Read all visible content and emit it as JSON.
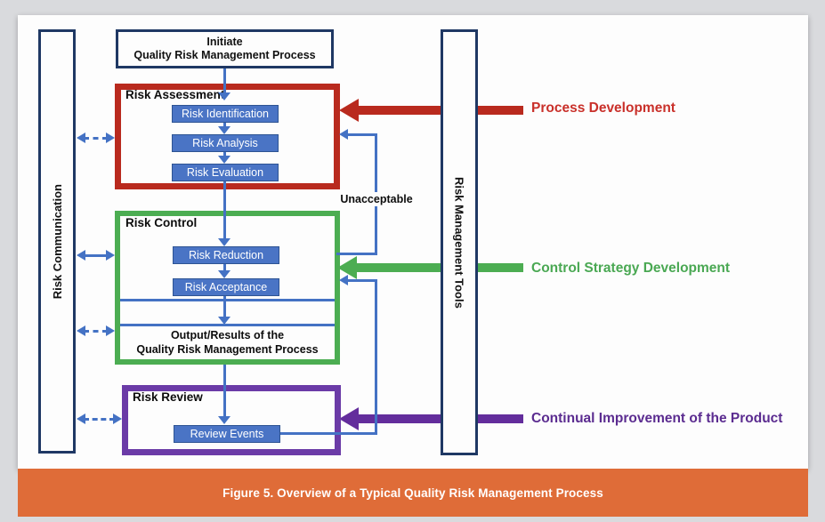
{
  "figure_caption": "Figure 5. Overview of a Typical Quality Risk Management Process",
  "lanes": {
    "left": {
      "label": "Risk Communication"
    },
    "right": {
      "label": "Risk Management Tools"
    }
  },
  "nodes": {
    "initiate": {
      "line1": "Initiate",
      "line2": "Quality Risk Management Process"
    },
    "risk_assessment": {
      "title": "Risk Assessment",
      "steps": [
        "Risk Identification",
        "Risk Analysis",
        "Risk Evaluation"
      ]
    },
    "risk_control": {
      "title": "Risk Control",
      "steps": [
        "Risk Reduction",
        "Risk Acceptance"
      ]
    },
    "output": {
      "line1": "Output/Results of the",
      "line2": "Quality Risk Management Process"
    },
    "risk_review": {
      "title": "Risk Review",
      "steps": [
        "Review Events"
      ]
    }
  },
  "annotations": {
    "unacceptable": "Unacceptable"
  },
  "side_labels": {
    "process_development": {
      "text": "Process Development",
      "color": "#c9302a"
    },
    "control_strategy_development": {
      "text": "Control Strategy Development",
      "color": "#4aa853"
    },
    "continual_improvement": {
      "text": "Continual Improvement of the Product",
      "color": "#5b2c90"
    }
  },
  "colors": {
    "lane_border": "#1f3864",
    "flow_blue": "#4472c4",
    "step_button_fill": "#4a74c5",
    "step_button_border": "#2e5493",
    "risk_assessment_border": "#b92a1e",
    "risk_control_border": "#4cad52",
    "risk_review_border": "#6b3ba7",
    "continual_arrow_purple": "#632d9c",
    "caption_bar_orange": "#df6c38"
  }
}
